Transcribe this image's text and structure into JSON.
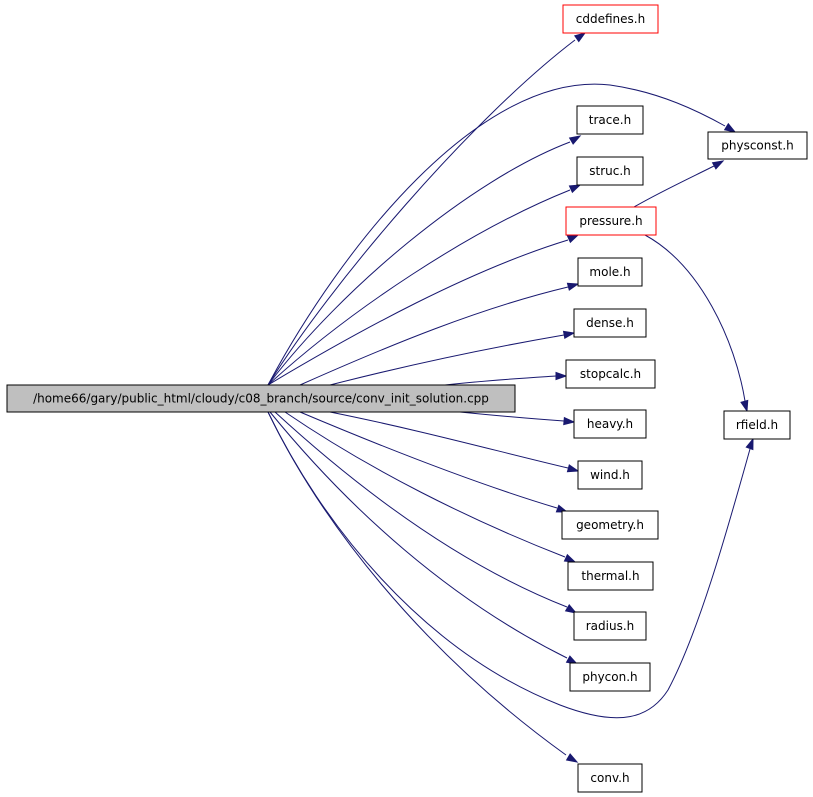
{
  "graph": {
    "root": {
      "id": "root",
      "label": "/home66/gary/public_html/cloudy/c08_branch/source/conv_init_solution.cpp",
      "style": "root"
    },
    "nodes": [
      {
        "id": "cddefines",
        "label": "cddefines.h",
        "style": "red"
      },
      {
        "id": "trace",
        "label": "trace.h",
        "style": "normal"
      },
      {
        "id": "physconst",
        "label": "physconst.h",
        "style": "normal"
      },
      {
        "id": "struc",
        "label": "struc.h",
        "style": "normal"
      },
      {
        "id": "pressure",
        "label": "pressure.h",
        "style": "red"
      },
      {
        "id": "mole",
        "label": "mole.h",
        "style": "normal"
      },
      {
        "id": "dense",
        "label": "dense.h",
        "style": "normal"
      },
      {
        "id": "stopcalc",
        "label": "stopcalc.h",
        "style": "normal"
      },
      {
        "id": "heavy",
        "label": "heavy.h",
        "style": "normal"
      },
      {
        "id": "rfield",
        "label": "rfield.h",
        "style": "normal"
      },
      {
        "id": "wind",
        "label": "wind.h",
        "style": "normal"
      },
      {
        "id": "geometry",
        "label": "geometry.h",
        "style": "normal"
      },
      {
        "id": "thermal",
        "label": "thermal.h",
        "style": "normal"
      },
      {
        "id": "radius",
        "label": "radius.h",
        "style": "normal"
      },
      {
        "id": "phycon",
        "label": "phycon.h",
        "style": "normal"
      },
      {
        "id": "conv",
        "label": "conv.h",
        "style": "normal"
      }
    ],
    "edges": [
      {
        "from": "root",
        "to": "cddefines"
      },
      {
        "from": "root",
        "to": "physconst"
      },
      {
        "from": "root",
        "to": "trace"
      },
      {
        "from": "root",
        "to": "struc"
      },
      {
        "from": "root",
        "to": "pressure"
      },
      {
        "from": "root",
        "to": "mole"
      },
      {
        "from": "root",
        "to": "dense"
      },
      {
        "from": "root",
        "to": "stopcalc"
      },
      {
        "from": "root",
        "to": "heavy"
      },
      {
        "from": "root",
        "to": "wind"
      },
      {
        "from": "root",
        "to": "geometry"
      },
      {
        "from": "root",
        "to": "thermal"
      },
      {
        "from": "root",
        "to": "radius"
      },
      {
        "from": "root",
        "to": "phycon"
      },
      {
        "from": "root",
        "to": "rfield"
      },
      {
        "from": "root",
        "to": "conv"
      },
      {
        "from": "pressure",
        "to": "physconst"
      },
      {
        "from": "pressure",
        "to": "rfield"
      }
    ],
    "colors": {
      "edge": "#191970",
      "red_border": "#ff0000",
      "root_fill": "#bfbfbf"
    }
  }
}
